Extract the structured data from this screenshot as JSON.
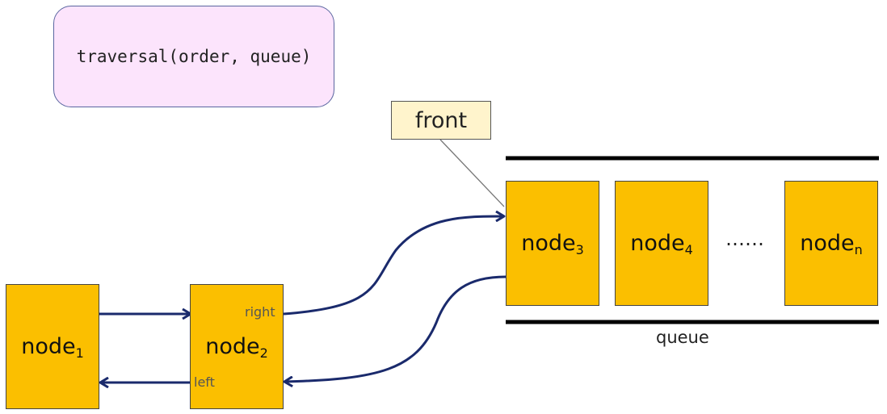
{
  "call_text": "traversal(order, queue)",
  "front_label": "front",
  "nodes": {
    "n1": {
      "base": "node",
      "sub": "1"
    },
    "n2": {
      "base": "node",
      "sub": "2"
    },
    "n3": {
      "base": "node",
      "sub": "3"
    },
    "n4": {
      "base": "node",
      "sub": "4"
    },
    "nn": {
      "base": "node",
      "sub": "n"
    }
  },
  "ports": {
    "right": "right",
    "left": "left"
  },
  "ellipsis": "……",
  "queue_label": "queue",
  "colors": {
    "node_fill": "#fbbf00",
    "arrow": "#1a2a6c",
    "call_box_fill": "#fce4fc",
    "front_fill": "#fff4cc"
  }
}
